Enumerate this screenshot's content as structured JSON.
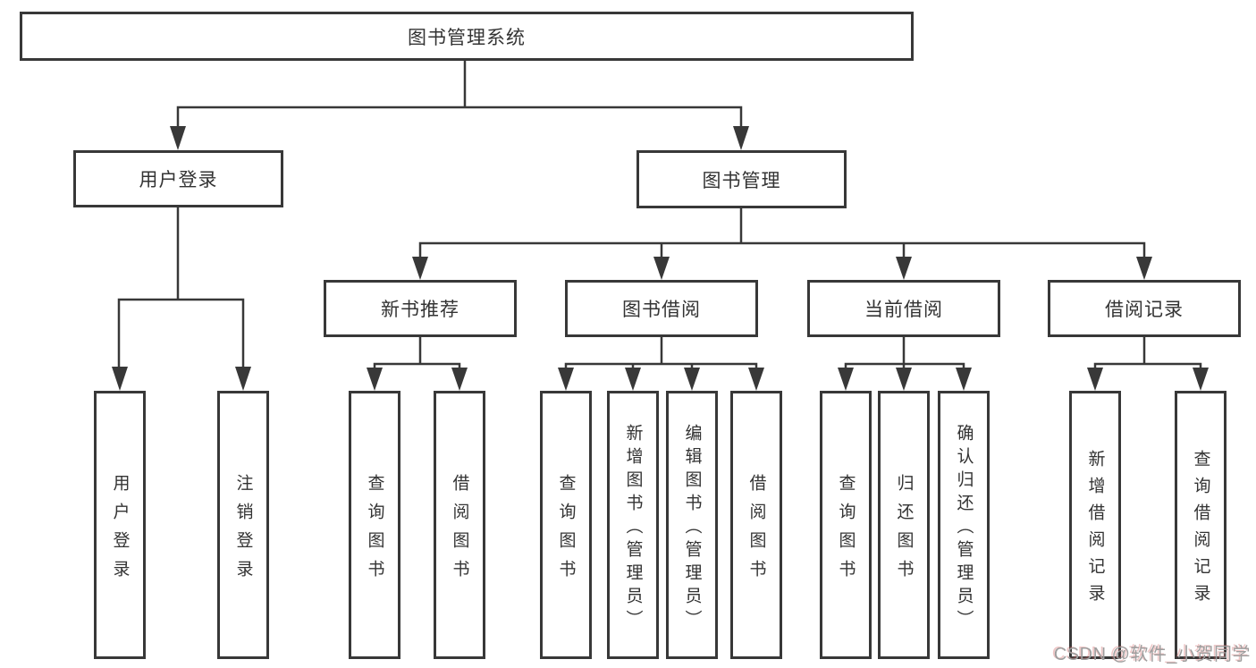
{
  "colors": {
    "line": "#383838",
    "text": "#333333",
    "watermark_gray": "#9e9e9e",
    "background": "#ffffff"
  },
  "watermark": {
    "text": "CSDN @软件_小贺同学"
  },
  "tree": {
    "label": "图书管理系统",
    "children": [
      {
        "label": "用户登录",
        "children": [
          {
            "label": "用户登录"
          },
          {
            "label": "注销登录"
          }
        ]
      },
      {
        "label": "图书管理",
        "children": [
          {
            "label": "新书推荐",
            "children": [
              {
                "label": "查询图书"
              },
              {
                "label": "借阅图书"
              }
            ]
          },
          {
            "label": "图书借阅",
            "children": [
              {
                "label": "查询图书"
              },
              {
                "label": "新增图书（管理员）"
              },
              {
                "label": "编辑图书（管理员）"
              },
              {
                "label": "借阅图书"
              }
            ]
          },
          {
            "label": "当前借阅",
            "children": [
              {
                "label": "查询图书"
              },
              {
                "label": "归还图书"
              },
              {
                "label": "确认归还（管理员）"
              }
            ]
          },
          {
            "label": "借阅记录",
            "children": [
              {
                "label": "新增借阅记录"
              },
              {
                "label": "查询借阅记录"
              }
            ]
          }
        ]
      }
    ]
  }
}
